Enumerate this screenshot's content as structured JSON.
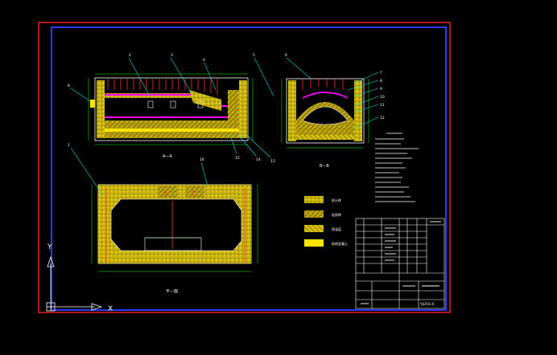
{
  "app": {
    "background": "#000000",
    "frame_outer_color": "#ff2020",
    "frame_inner_color": "#2a3cff",
    "line_color": "#ffffff",
    "callout_color": "#00e0e0",
    "dim_color": "#00ff00",
    "hatch_color": "#ffd400",
    "accent_color": "#ff00ff",
    "rebar_color": "#ff3030"
  },
  "views": {
    "section_a_label": "A—A",
    "section_b_label": "B—B",
    "plan_label": "平—面"
  },
  "callouts": {
    "top_left": [
      "2",
      "3",
      "4",
      "5",
      "6"
    ],
    "left_side": [
      "8",
      "1"
    ],
    "bottom_section": [
      "15",
      "14",
      "13"
    ],
    "right_section": [
      "7",
      "8",
      "9",
      "10",
      "11",
      "12"
    ],
    "plan": [
      "16"
    ]
  },
  "legend": [
    {
      "label": "耐火砖",
      "style": "hatch"
    },
    {
      "label": "轻质砖",
      "style": "hatch"
    },
    {
      "label": "保温层",
      "style": "hatch"
    },
    {
      "label": "耐热混凝土",
      "style": "solid"
    }
  ],
  "ucs": {
    "y_label": "Y",
    "x_label": "X"
  },
  "title_block": {
    "drawing_number": "YJLF01-0"
  },
  "icons": [
    "ucs-y-arrow-icon",
    "ucs-x-arrow-icon",
    "ucs-origin-icon"
  ]
}
